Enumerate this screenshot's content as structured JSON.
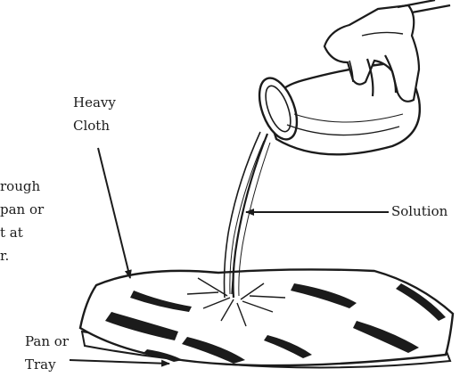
{
  "labels": {
    "heavy_cloth": [
      "Heavy",
      "Cloth"
    ],
    "solution": "Solution",
    "pan_or_tray": [
      "Pan or",
      "Tray"
    ],
    "left_caption": [
      "rough",
      "pan or",
      "t at",
      "r."
    ]
  }
}
